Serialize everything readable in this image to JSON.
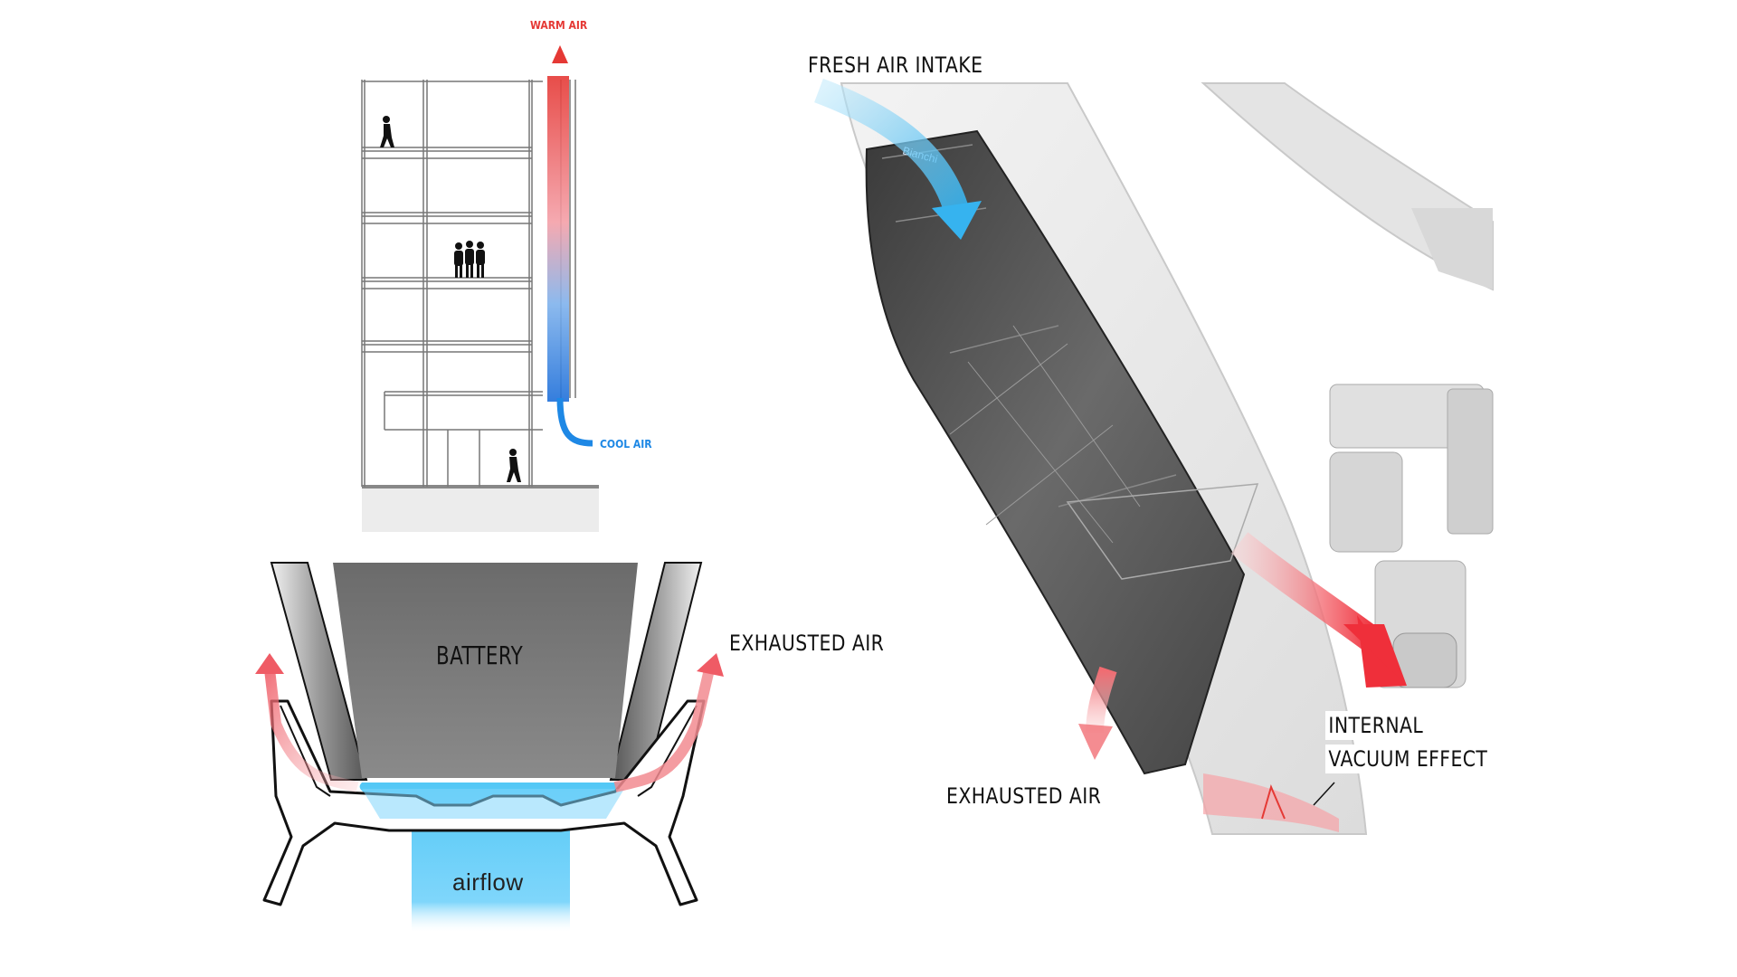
{
  "building_diagram": {
    "warm_label": "WARM AIR",
    "cool_label": "COOL AIR",
    "warm_color": "#e53935",
    "cool_color": "#1e88e5"
  },
  "battery_diagram": {
    "battery_label": "BATTERY",
    "exhaust_label": "EXHAUSTED AIR",
    "airflow_label": "airflow",
    "airflow_color": "#49c3f5",
    "exhaust_color": "#f0606a"
  },
  "bike_diagram": {
    "intake_label": "FRESH AIR INTAKE",
    "exhaust_label": "EXHAUSTED AIR",
    "vacuum_label_line1": "INTERNAL",
    "vacuum_label_line2": "VACUUM EFFECT",
    "brand_text": "Bianchi"
  }
}
